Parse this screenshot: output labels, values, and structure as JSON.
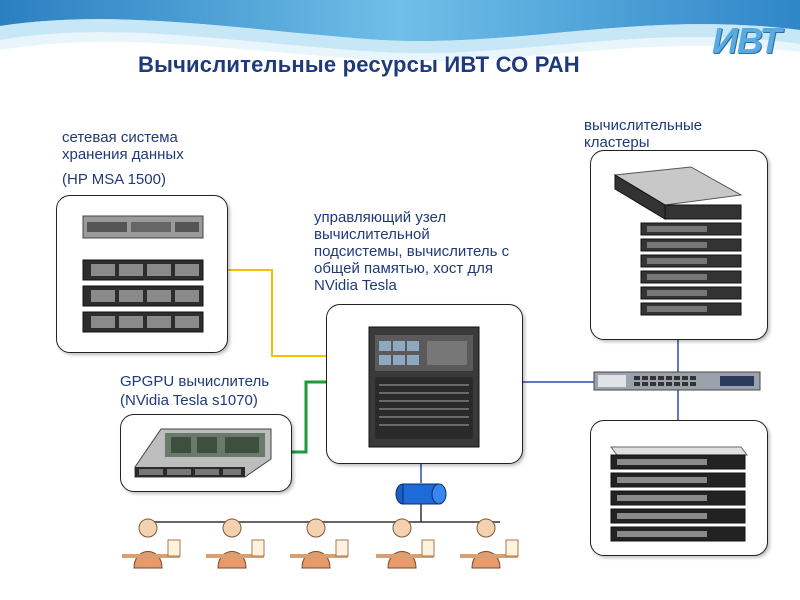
{
  "title": "Вычислительные ресурсы ИВТ СО РАН",
  "logo_text": "ИВТ",
  "storage": {
    "line1": "сетевая система",
    "line2": "хранения данных",
    "model": "(HP MSA 1500)"
  },
  "clusters": {
    "line1": "вычислительные",
    "line2": "кластеры"
  },
  "control_node": {
    "line1": "управляющий узел",
    "line2": "вычислительной",
    "line3": "подсистемы, вычислитель с",
    "line4": "общей памятью, хост для",
    "line5": "NVidia Tesla"
  },
  "gpgpu": {
    "line1": "GPGPU вычислитель",
    "line2": "(NVidia Tesla s1070)"
  },
  "colors": {
    "title": "#1f3a7a",
    "yellow_link": "#f2c200",
    "green_link": "#1e9a3a",
    "blue_link": "#2a4aa8"
  }
}
